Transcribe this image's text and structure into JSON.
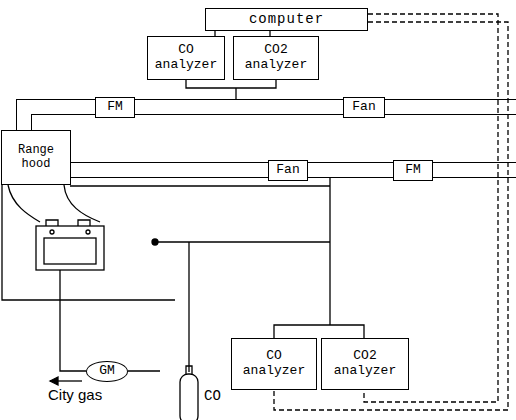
{
  "diagram": {
    "nodes": [
      {
        "text": [
          "computer"
        ]
      },
      {
        "text": [
          "CO analyzer"
        ]
      },
      {
        "text": [
          "CO2 analyzer"
        ]
      },
      {
        "text": [
          "FM"
        ]
      },
      {
        "text": [
          "Fan"
        ]
      },
      {
        "text": [
          "Range hood"
        ]
      },
      {
        "text": [
          "Fan"
        ]
      },
      {
        "text": [
          "FM"
        ]
      },
      {
        "text": [
          "CO analyzer"
        ]
      },
      {
        "text": [
          "CO2 analyzer"
        ]
      },
      {
        "text": [
          "GM"
        ]
      }
    ],
    "edges": [
      {
        "from": 0,
        "to": 1,
        "arrow": "none"
      },
      {
        "from": 0,
        "to": 2,
        "arrow": "none"
      },
      {
        "from": 5,
        "to": 3,
        "arrow": "none"
      },
      {
        "from": 3,
        "to": 4,
        "arrow": "none"
      },
      {
        "from": 5,
        "to": 6,
        "arrow": "none"
      },
      {
        "from": 6,
        "to": 7,
        "arrow": "none"
      },
      {
        "from": 0,
        "to": 8,
        "arrow": "none"
      },
      {
        "from": 0,
        "to": 9,
        "arrow": "none"
      }
    ],
    "labels": [
      "City gas",
      "CO"
    ]
  }
}
